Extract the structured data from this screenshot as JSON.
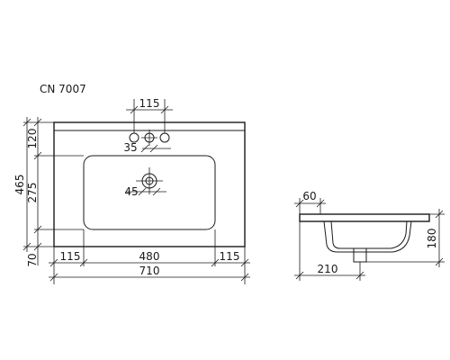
{
  "model": "CN 7007",
  "front_view": {
    "dim_tap_spacing": "115",
    "dim_top_height": "120",
    "dim_total_height": "465",
    "dim_bowl_height": "275",
    "dim_bottom_height": "70",
    "dim_tap_hole": "35",
    "dim_drain_hole": "45",
    "dim_left_margin": "115",
    "dim_bowl_width": "480",
    "dim_right_margin": "115",
    "dim_total_width": "710"
  },
  "side_view": {
    "dim_rim": "60",
    "dim_height": "180",
    "dim_drain_offset": "210"
  }
}
